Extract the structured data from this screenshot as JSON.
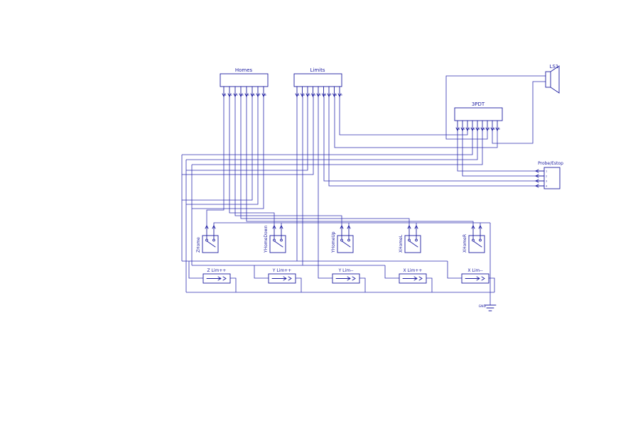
{
  "colors": {
    "wire": "#2e2eb0",
    "component": "#1d1da0",
    "label_text": "#1d1da0",
    "pin_number": "#1d1da0",
    "background": "#ffffff"
  },
  "connectors": [
    {
      "label": "Homes",
      "pins": [
        "1",
        "2",
        "3",
        "4",
        "5",
        "6",
        "7",
        "8"
      ]
    },
    {
      "label": "Limits",
      "pins": [
        "1",
        "2",
        "3",
        "4",
        "5",
        "6",
        "7",
        "8",
        "9"
      ]
    },
    {
      "label": "3PDT",
      "pins": [
        "1",
        "2",
        "3",
        "4",
        "5",
        "6",
        "7",
        "8",
        "9"
      ]
    },
    {
      "label": "Probe/Estop",
      "pins": [
        "1",
        "2",
        "3",
        "4"
      ]
    },
    {
      "label": "LS1"
    }
  ],
  "home_switches": [
    {
      "label": "ZHome"
    },
    {
      "label": "YHomeDown"
    },
    {
      "label": "YHomeUp"
    },
    {
      "label": "XHomeL"
    },
    {
      "label": "XHomeR"
    }
  ],
  "limit_switches": [
    {
      "label": "Z Lim++"
    },
    {
      "label": "Y Lim++"
    },
    {
      "label": "Y Lim--"
    },
    {
      "label": "X Lim++"
    },
    {
      "label": "X Lim--"
    }
  ],
  "ground": {
    "label": "GND"
  },
  "wires": [
    [
      315,
      136,
      315,
      296,
      291,
      296,
      291,
      318
    ],
    [
      323,
      136,
      323,
      300,
      386,
      300,
      386,
      318
    ],
    [
      331,
      136,
      331,
      304,
      481,
      304,
      481,
      318
    ],
    [
      339,
      136,
      339,
      308,
      576,
      308,
      576,
      318
    ],
    [
      347,
      136,
      347,
      312,
      666,
      312,
      666,
      318
    ],
    [
      355,
      136,
      355,
      282,
      256,
      282
    ],
    [
      363,
      136,
      363,
      288,
      262,
      288
    ],
    [
      371,
      136,
      371,
      294,
      270,
      294
    ],
    [
      418,
      136,
      418,
      368
    ],
    [
      426,
      136,
      426,
      374
    ],
    [
      433,
      136,
      433,
      240,
      262,
      240
    ],
    [
      441,
      136,
      441,
      246,
      256,
      246
    ],
    [
      448,
      136,
      448,
      392,
      468,
      392
    ],
    [
      456,
      136,
      456,
      255,
      754,
      255
    ],
    [
      463,
      136,
      463,
      262,
      754,
      262
    ],
    [
      471,
      136,
      471,
      208,
      700,
      208,
      700,
      184
    ],
    [
      478,
      136,
      478,
      190,
      658,
      190,
      658,
      184
    ],
    [
      256,
      218,
      665,
      218,
      665,
      184
    ],
    [
      262,
      225,
      672,
      225,
      672,
      184
    ],
    [
      270,
      232,
      679,
      232,
      679,
      184
    ],
    [
      644,
      184,
      644,
      241,
      754,
      241
    ],
    [
      651,
      184,
      651,
      248,
      754,
      248
    ],
    [
      768,
      107,
      628,
      107,
      628,
      196,
      686,
      196,
      686,
      184
    ],
    [
      768,
      115,
      750,
      115,
      750,
      202,
      693,
      202,
      693,
      184
    ],
    [
      256,
      218,
      256,
      368
    ],
    [
      262,
      225,
      262,
      412
    ],
    [
      270,
      232,
      270,
      374
    ],
    [
      256,
      368,
      630,
      368
    ],
    [
      270,
      374,
      542,
      374
    ],
    [
      266,
      368,
      266,
      392,
      286,
      392
    ],
    [
      358,
      374,
      358,
      392,
      378,
      392
    ],
    [
      542,
      374,
      542,
      392,
      562,
      392
    ],
    [
      630,
      368,
      630,
      392,
      650,
      392
    ],
    [
      324,
      392,
      332,
      392,
      332,
      412
    ],
    [
      416,
      392,
      424,
      392,
      424,
      412
    ],
    [
      506,
      392,
      514,
      392,
      514,
      412
    ],
    [
      600,
      392,
      608,
      392,
      608,
      412
    ],
    [
      688,
      392,
      696,
      392,
      696,
      412
    ],
    [
      262,
      412,
      696,
      412
    ],
    [
      301,
      318,
      301,
      314,
      690,
      314
    ],
    [
      396,
      318,
      396,
      314
    ],
    [
      491,
      318,
      491,
      314
    ],
    [
      586,
      318,
      586,
      314
    ],
    [
      676,
      318,
      676,
      314
    ],
    [
      690,
      314,
      690,
      430
    ]
  ]
}
